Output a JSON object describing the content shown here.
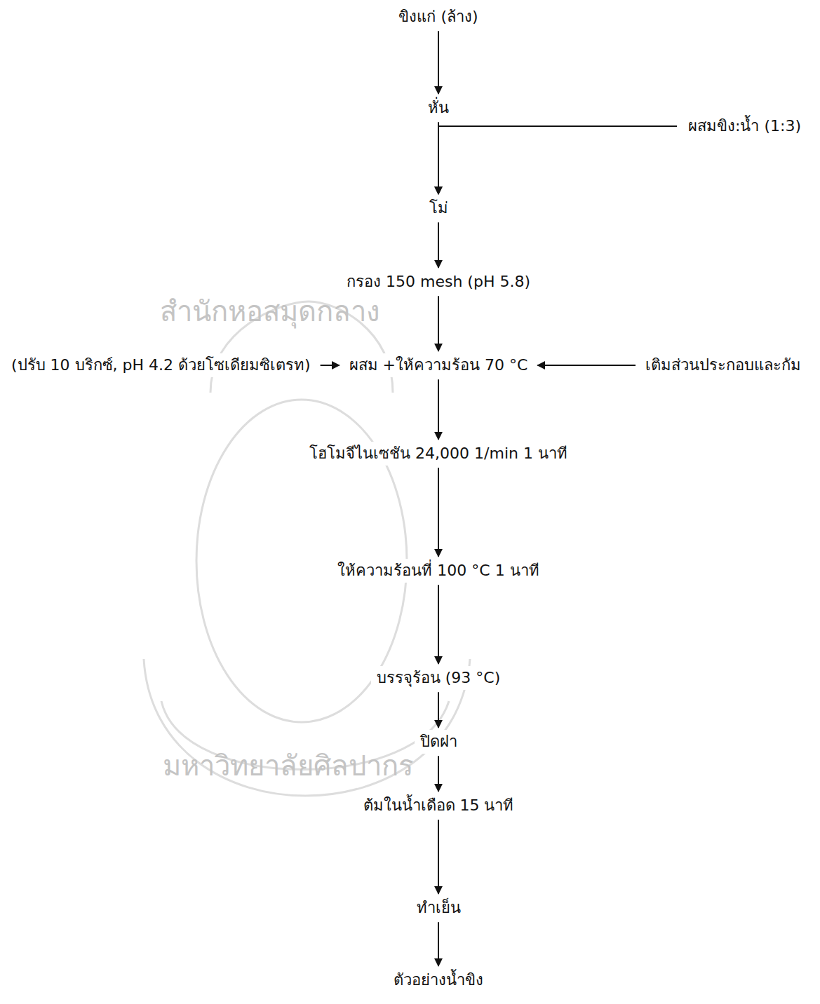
{
  "diagram": {
    "nodes": [
      {
        "text": [
          "ขิงแก่ (ล้าง)"
        ]
      },
      {
        "text": [
          "หั่น"
        ]
      },
      {
        "text": [
          "ผสมขิง:น้ำ (1:3)"
        ]
      },
      {
        "text": [
          "โม่"
        ]
      },
      {
        "text": [
          "กรอง 150 mesh (pH 5.8)"
        ]
      },
      {
        "text": [
          "(ปรับ 10 บริกซ์, pH 4.2 ด้วยโซเดียมซิเตรท)"
        ]
      },
      {
        "text": [
          "ผสม +ให้ความร้อน 70 °C"
        ]
      },
      {
        "text": [
          "เติมส่วนประกอบและกัม"
        ]
      },
      {
        "text": [
          "โฮโมจีไนเซชัน 24,000 1/min 1 นาที"
        ]
      },
      {
        "text": [
          "ให้ความร้อนที่ 100 °C 1 นาที"
        ]
      },
      {
        "text": [
          "บรรจุร้อน (93 °C)"
        ]
      },
      {
        "text": [
          "ปิดฝา"
        ]
      },
      {
        "text": [
          "ต้มในน้ำเดือด 15 นาที"
        ]
      },
      {
        "text": [
          "ทำเย็น"
        ]
      },
      {
        "text": [
          "ตัวอย่างน้ำขิง"
        ]
      }
    ],
    "edges": [
      {
        "from": 0,
        "to": 1,
        "arrow": "to"
      },
      {
        "from": 1,
        "to": 3,
        "arrow": "to"
      },
      {
        "from": 2,
        "to": 3,
        "arrow": "to"
      },
      {
        "from": 3,
        "to": 4,
        "arrow": "to"
      },
      {
        "from": 4,
        "to": 6,
        "arrow": "to"
      },
      {
        "from": 5,
        "to": 6,
        "arrow": "to"
      },
      {
        "from": 7,
        "to": 6,
        "arrow": "to"
      },
      {
        "from": 6,
        "to": 8,
        "arrow": "to"
      },
      {
        "from": 8,
        "to": 9,
        "arrow": "to"
      },
      {
        "from": 9,
        "to": 10,
        "arrow": "to"
      },
      {
        "from": 10,
        "to": 11,
        "arrow": "to"
      },
      {
        "from": 11,
        "to": 12,
        "arrow": "to"
      },
      {
        "from": 12,
        "to": 13,
        "arrow": "to"
      },
      {
        "from": 13,
        "to": 14,
        "arrow": "to"
      }
    ],
    "labels": [
      "สำนักหอสมุดกลาง",
      "มหาวิทยาลัยศิลปากร"
    ]
  }
}
